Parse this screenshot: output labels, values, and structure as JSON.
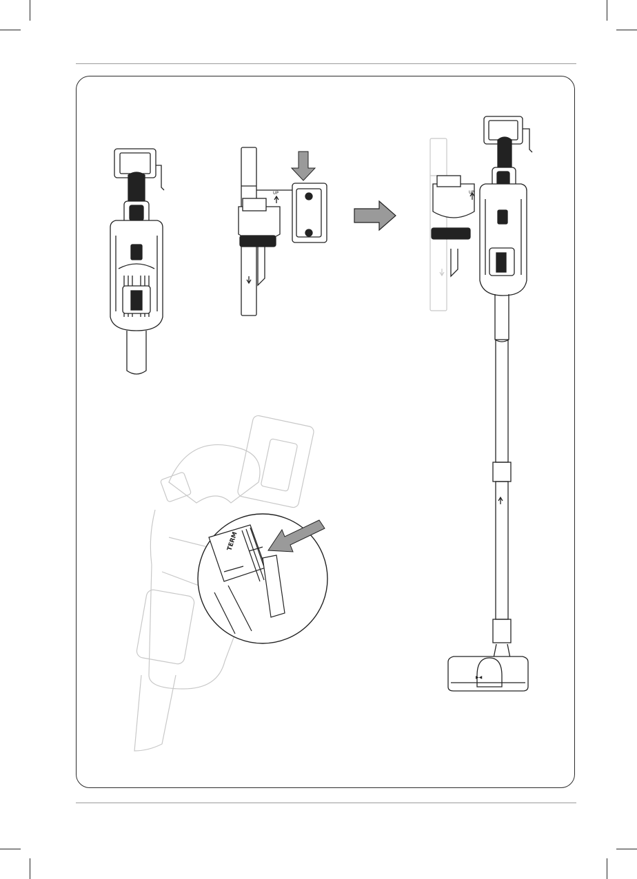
{
  "page": {
    "description_free": true
  },
  "figures": {
    "brush_label": "UP",
    "brush_label_2": "UP",
    "battery_badge": "TERM",
    "floorhead_mark": "▶◀"
  },
  "colors": {
    "line": "#222222",
    "arrow_fill": "#9a9a9a",
    "ghost": "#c8c8c8",
    "frame": "#2a2a2a"
  },
  "icons": [
    "arrow-down-icon",
    "arrow-right-icon",
    "arrow-pointer-icon"
  ]
}
